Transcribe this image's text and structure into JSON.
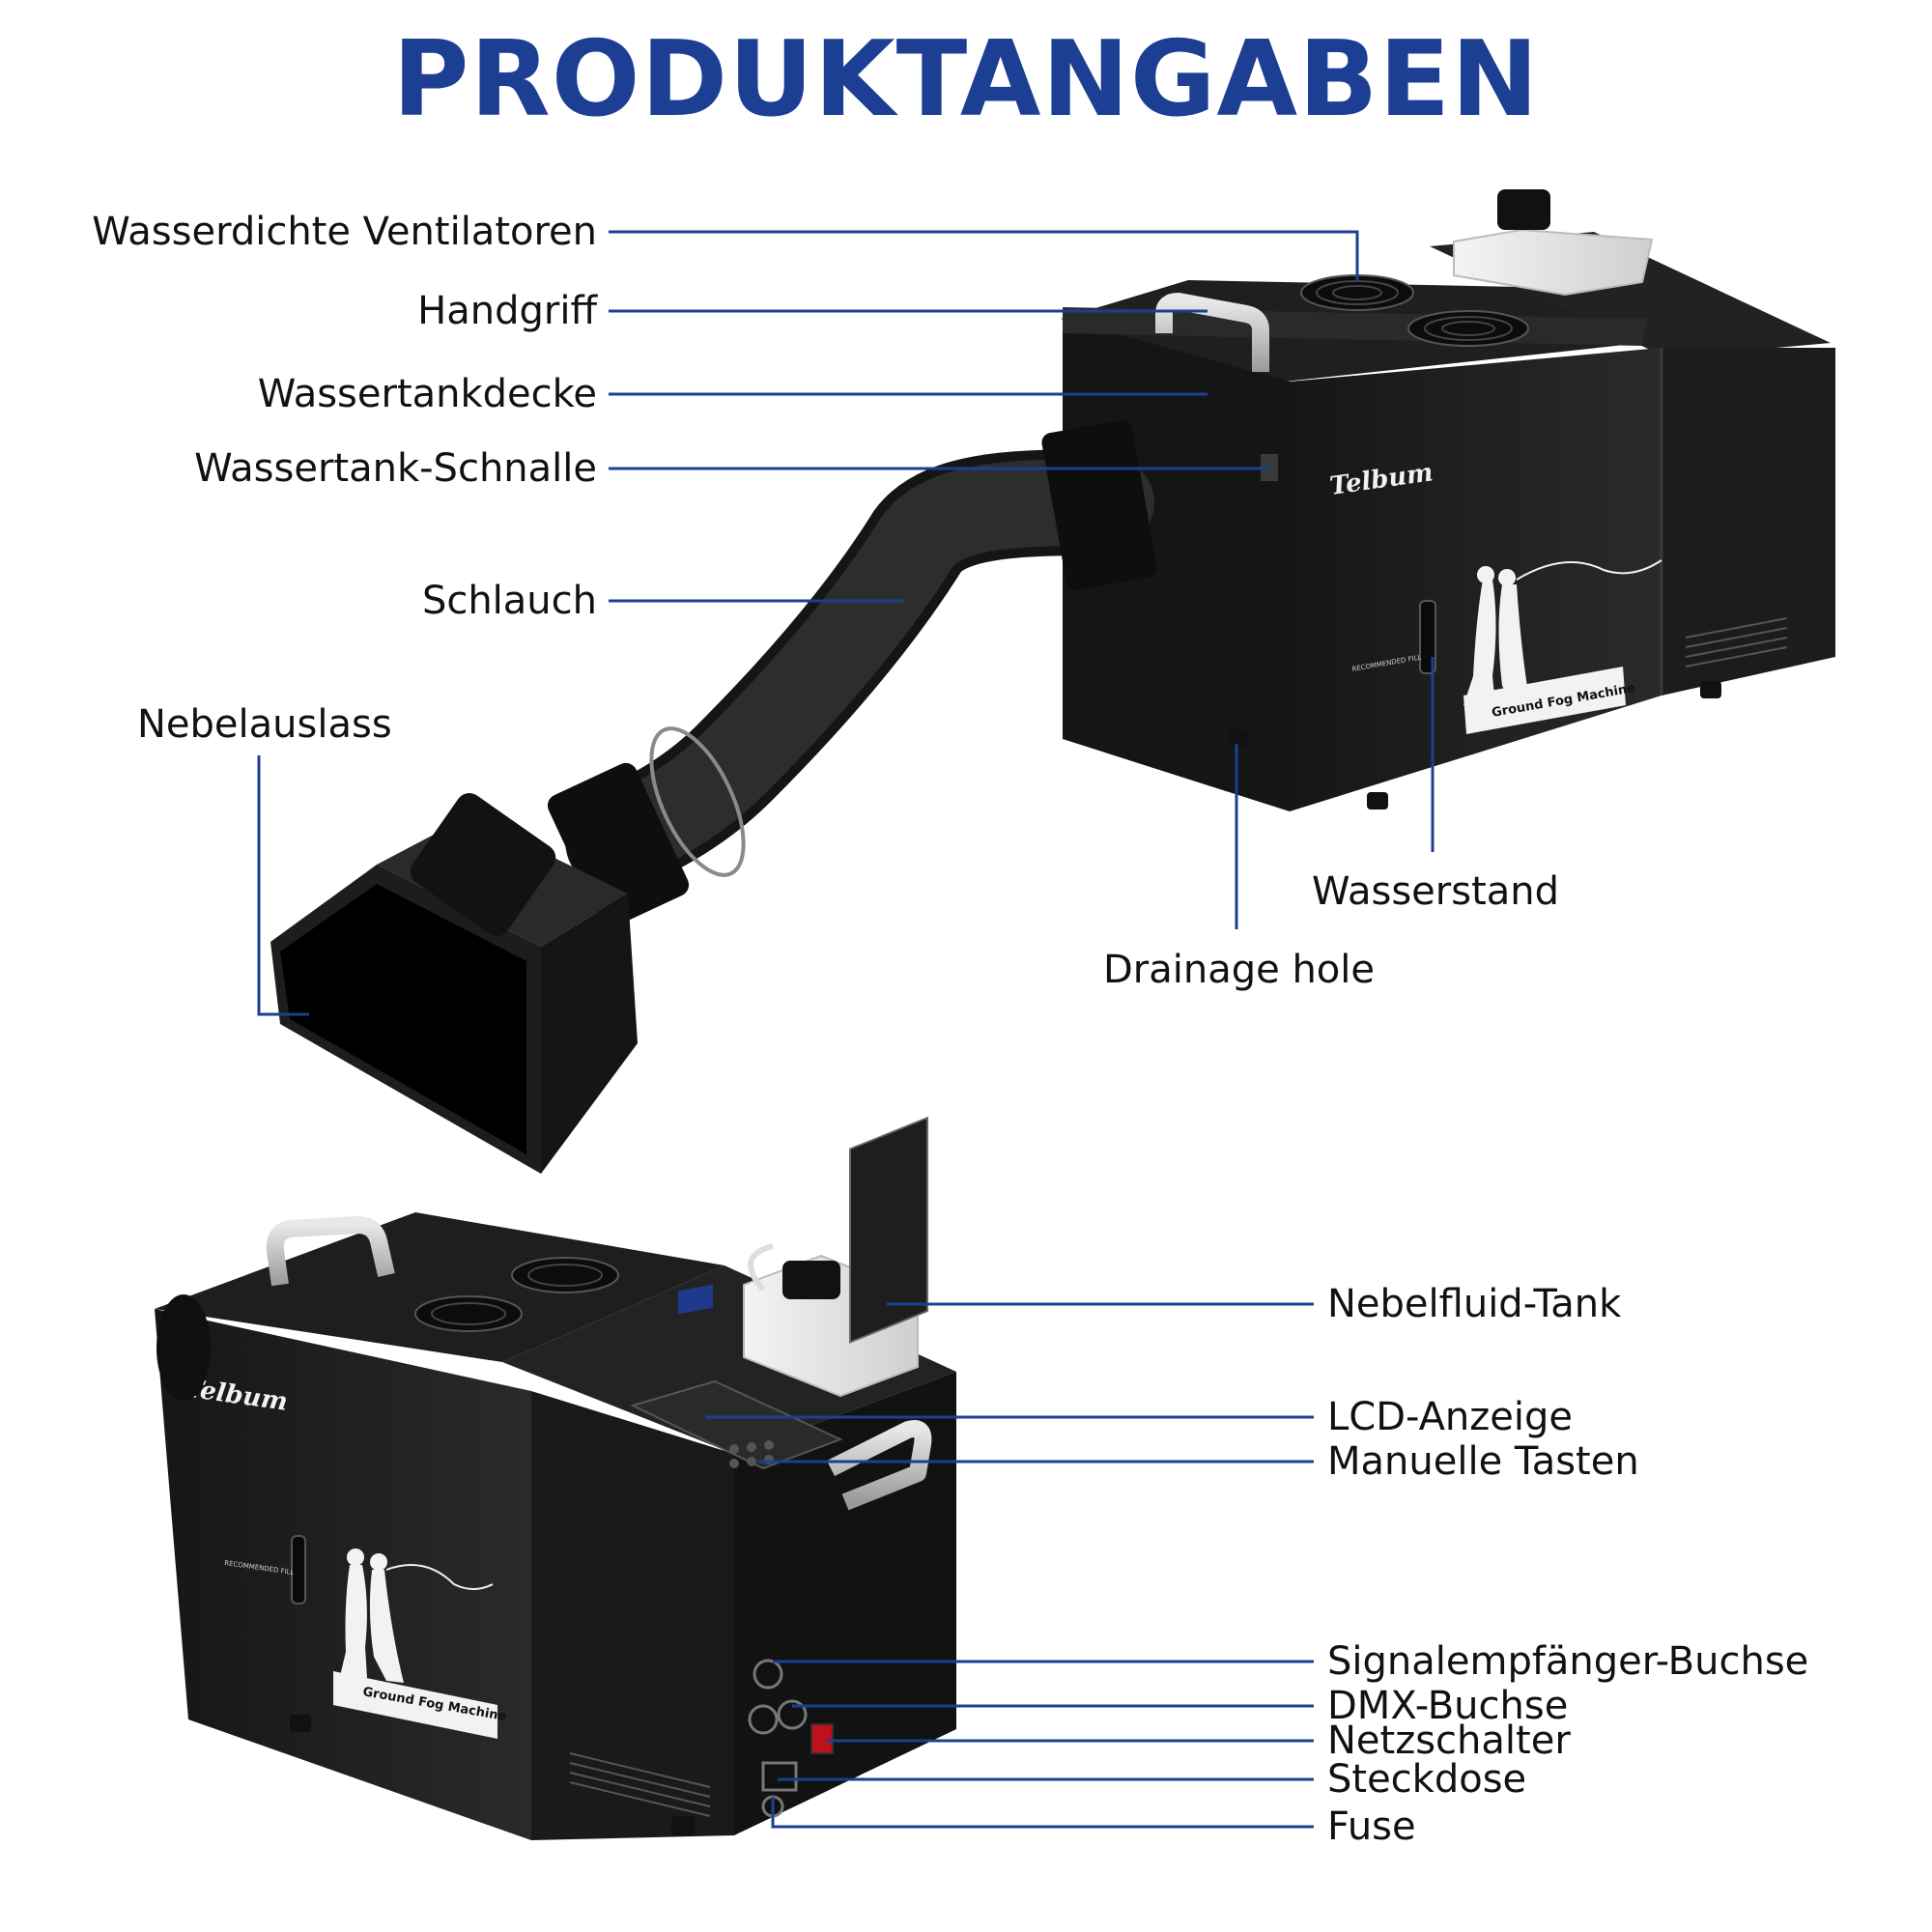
{
  "title": "PRODUKTANGABEN",
  "brand": "Telbum",
  "product_label": "Ground Fog Machine",
  "fill_mark": "RECOMMENDED FILL",
  "colors": {
    "title": "#1c3f94",
    "callout_line": "#1c3f94",
    "machine_body": "#1b1b1b",
    "label_text": "#111111"
  },
  "top_view": {
    "labels": {
      "fans": "Wasserdichte Ventilatoren",
      "handle": "Handgriff",
      "tank_cover": "Wassertankdecke",
      "tank_buckle": "Wassertank-Schnalle",
      "hose": "Schlauch",
      "fog_outlet": "Nebelauslass",
      "water_level": "Wasserstand",
      "drainage": "Drainage hole"
    }
  },
  "bottom_view": {
    "labels": {
      "fluid_tank": "Nebelfluid-Tank",
      "lcd": "LCD-Anzeige",
      "buttons": "Manuelle Tasten",
      "signal_socket": "Signalempfänger-Buchse",
      "dmx": "DMX-Buchse",
      "power_switch": "Netzschalter",
      "power_socket": "Steckdose",
      "fuse": "Fuse"
    }
  }
}
